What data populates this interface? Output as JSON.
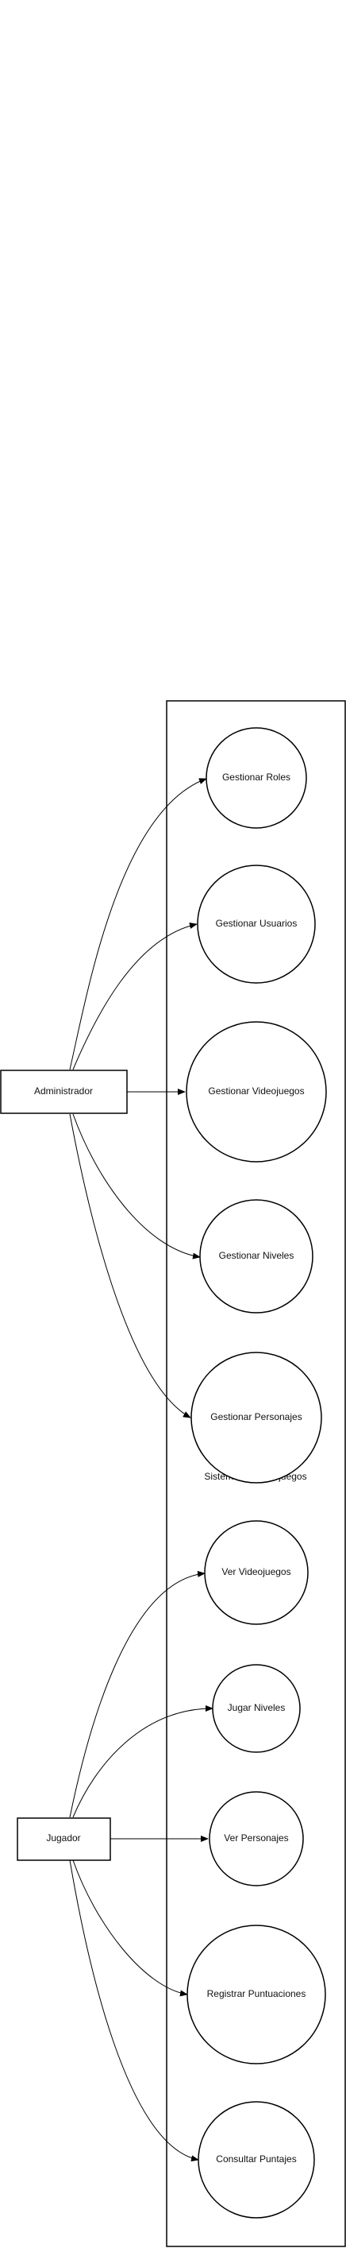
{
  "diagram": {
    "system_label": "Sistema de Videojuegos",
    "stroke_color": "#000000",
    "actors": [
      {
        "id": "admin",
        "label": "Administrador"
      },
      {
        "id": "jugador",
        "label": "Jugador"
      }
    ],
    "use_cases": [
      {
        "id": "uc1",
        "label": "Gestionar Roles",
        "actor": "admin"
      },
      {
        "id": "uc2",
        "label": "Gestionar Usuarios",
        "actor": "admin"
      },
      {
        "id": "uc3",
        "label": "Gestionar Videojuegos",
        "actor": "admin"
      },
      {
        "id": "uc4",
        "label": "Gestionar Niveles",
        "actor": "admin"
      },
      {
        "id": "uc5",
        "label": "Gestionar Personajes",
        "actor": "admin"
      },
      {
        "id": "uc6",
        "label": "Ver Videojuegos",
        "actor": "jugador"
      },
      {
        "id": "uc7",
        "label": "Jugar Niveles",
        "actor": "jugador"
      },
      {
        "id": "uc8",
        "label": "Ver Personajes",
        "actor": "jugador"
      },
      {
        "id": "uc9",
        "label": "Registrar Puntuaciones",
        "actor": "jugador"
      },
      {
        "id": "uc10",
        "label": "Consultar Puntajes",
        "actor": "jugador"
      }
    ]
  }
}
